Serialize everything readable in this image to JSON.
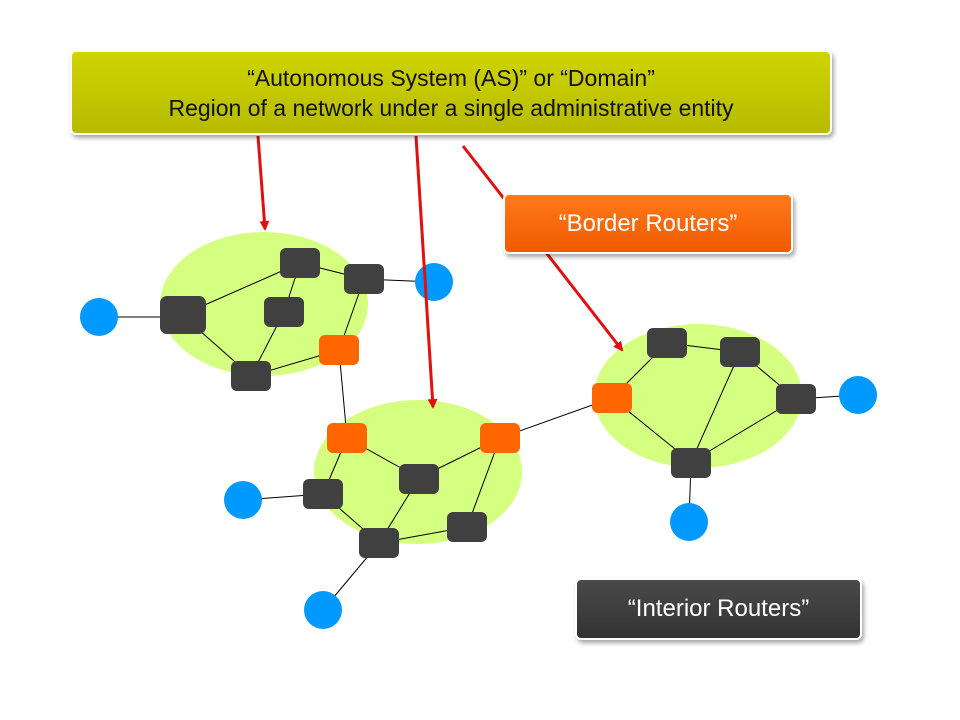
{
  "callouts": {
    "as_line1": "“Autonomous System (AS)” or “Domain”",
    "as_line2": "Region of a network under a single administrative entity",
    "border_routers": "“Border Routers”",
    "interior_routers": "“Interior Routers”"
  },
  "colors": {
    "as_callout": "#c2c800",
    "border_callout": "#ff6600",
    "interior_callout": "#404040",
    "domain_fill": "#d4ff80",
    "router_interior": "#404040",
    "router_border": "#ff6600",
    "host": "#0099ff",
    "arrow": "#e01010",
    "link": "#000000"
  }
}
